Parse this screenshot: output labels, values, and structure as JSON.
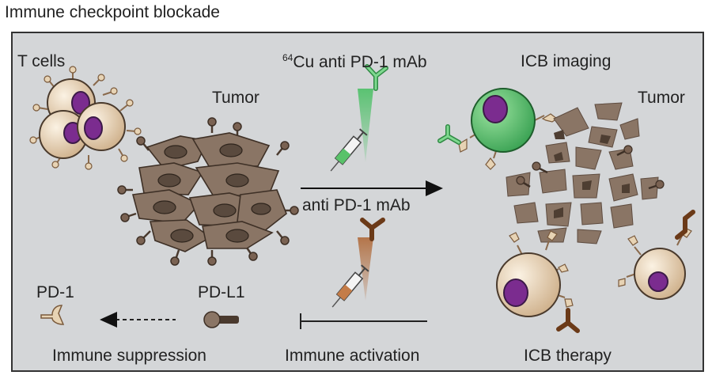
{
  "title": "Immune checkpoint blockade",
  "labels": {
    "t_cells": "T cells",
    "tumor_left": "Tumor",
    "antibody_isotope": "64",
    "antibody_name": "Cu anti PD-1 mAb",
    "icb_imaging": "ICB imaging",
    "tumor_right": "Tumor",
    "arrow_label": "anti PD-1 mAb",
    "pd1": "PD-1",
    "pdl1": "PD-L1",
    "immune_suppression": "Immune suppression",
    "immune_activation": "Immune activation",
    "icb_therapy": "ICB therapy"
  },
  "colors": {
    "panel": "#d4d6d8",
    "tumor_cell": "#8a7565",
    "tumor_nucleus": "#5a4a3e",
    "t_cell": "#ecd7b7",
    "nucleus_purple": "#7b2c8f",
    "tracer_green": "#3fae5a",
    "antibody_brown": "#6b3a18"
  }
}
